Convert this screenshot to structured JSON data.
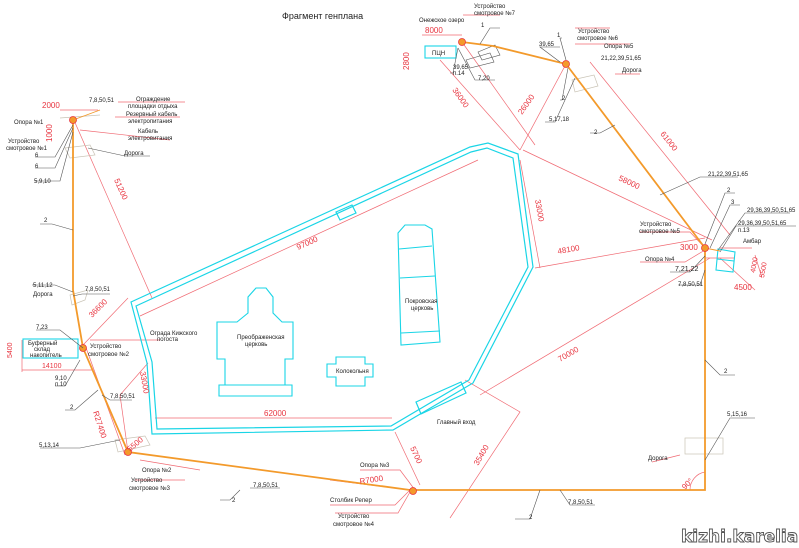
{
  "title": "Фрагмент генплана",
  "watermark": "kizhi.karelia.ru",
  "colors": {
    "fence": "#1ad5e6",
    "cable": "#f39a2b",
    "dimension": "#e8343f",
    "leader": "#555555"
  },
  "buildings": {
    "preobrazhenskaya": [
      "Преображенская",
      "церковь"
    ],
    "pokrovskaya": [
      "Покровская",
      "церковь"
    ],
    "kolokolnya": "Колокольня",
    "ambar": "Амбар",
    "bufer": [
      "Буферный",
      "склад",
      "накопитель"
    ],
    "pcn": "ПЦН",
    "lake": "Онежское озеро"
  },
  "callouts": {
    "fence_rest": [
      "Ограждение",
      "площадки отдыха"
    ],
    "reserve_cable": [
      "Резервный кабель",
      "электропитания"
    ],
    "cable": [
      "Кабель",
      "электровитания"
    ],
    "road": "Дорога",
    "opora1": "Опора №1",
    "opora2": "Опора №2",
    "opora3": "Опора №3",
    "opora4": "Опора №4",
    "opora5": "Опора №5",
    "dev1": [
      "Устройство",
      "смотровое №1"
    ],
    "dev2": [
      "Устройство",
      "смотровое №2"
    ],
    "dev3": [
      "Устройство",
      "смотровое №3"
    ],
    "dev4": [
      "Устройство",
      "смотровое №4"
    ],
    "dev5": [
      "Устройство",
      "смотровое №5"
    ],
    "dev6": [
      "Устройство",
      "смотровое №6"
    ],
    "dev7": [
      "Устройство",
      "смотровое №7"
    ],
    "fence_kizhi": [
      "Ограда Кижского",
      "погоста"
    ],
    "main_entrance": "Главный вход",
    "reper": "Столбик Репер"
  },
  "refs": {
    "r6a": "6",
    "r6b": "6",
    "r5910": "5,9,10",
    "r785051": "7,8,50,51",
    "r51112": "5,11,12",
    "r723": "7,23",
    "r910": "9,10",
    "rp10": "п.10",
    "r51314": "5,13,14",
    "r51516": "5,15,16",
    "r51718": "5,17,18",
    "r720": "7,20",
    "r3965": "39,65",
    "rp14": "п.14",
    "r1": "1",
    "r2122": "21,22,39,51,65",
    "r2122b": "21,22,39,51,65",
    "r2936a": "29,36,39,50,51,65",
    "r2936b": "29,36,39,50,51,65",
    "rp13": "п.13",
    "r72122": "7,21,22",
    "r2": "2",
    "r3": "3"
  },
  "dimensions": {
    "d2000": "2000",
    "d1000": "1000",
    "d51200": "51200",
    "d36600": "36600",
    "d5400": "5400",
    "d14100": "14100",
    "d33000a": "33000",
    "dR27400": "R27400",
    "d5500a": "5500",
    "d97000": "97000",
    "d62000": "62000",
    "d33000b": "33000",
    "d58000": "58000",
    "d48100": "48100",
    "d70000": "70000",
    "d5700": "5700",
    "d35400": "35400",
    "dR7000": "R7000",
    "d90": "90°",
    "d8000": "8000",
    "d2800": "2800",
    "d36000": "36000",
    "d26000": "26000",
    "d61000": "61000",
    "d3000": "3000",
    "d4500": "4500",
    "d4000": "4000",
    "d5500b": "5500"
  }
}
